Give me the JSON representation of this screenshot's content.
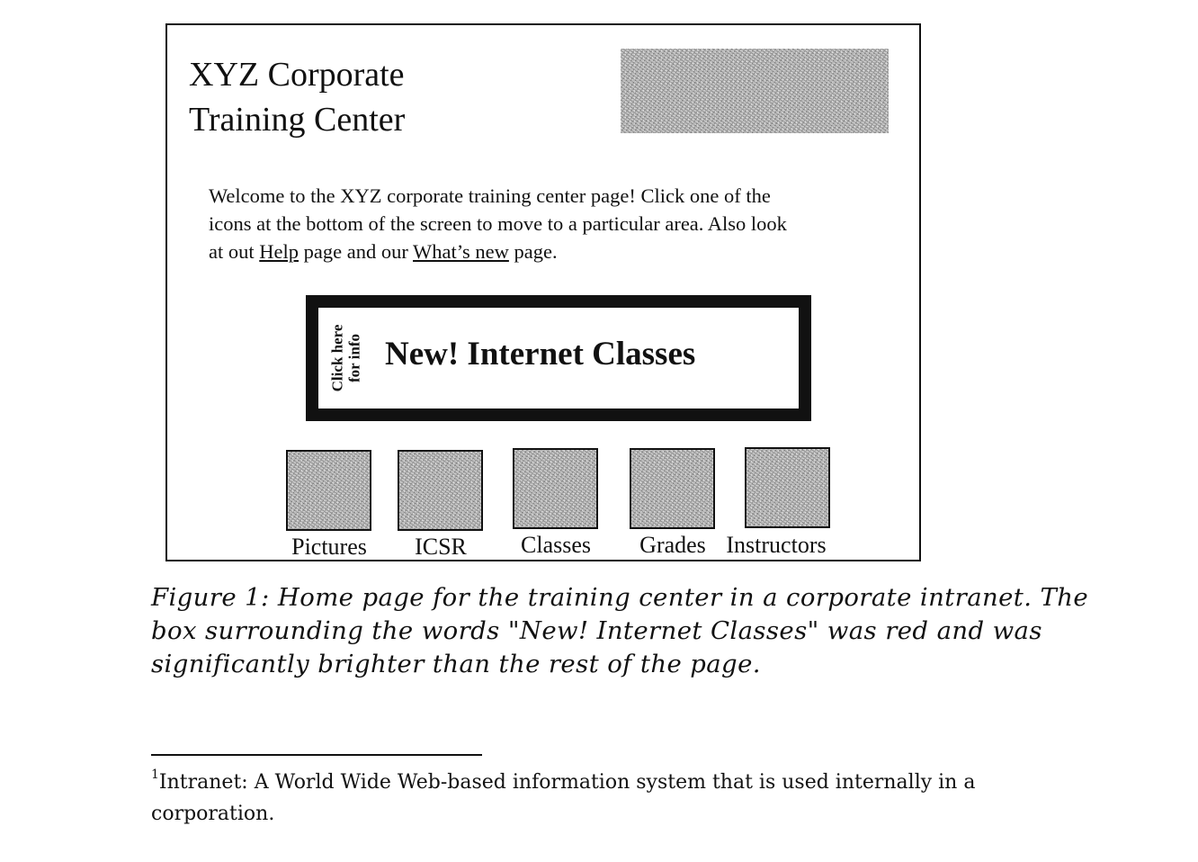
{
  "mockup": {
    "title_line1": "XYZ Corporate",
    "title_line2": "Training Center",
    "welcome": {
      "text_before_help": "Welcome to the XYZ corporate training center page! Click one of the icons at the bottom of the screen to move to a particular area. Also look at out ",
      "help_link": "Help",
      "text_between": " page and our ",
      "whats_new_link": "What’s new",
      "text_after": " page."
    },
    "promo": {
      "side_line1": "Click here",
      "side_line2": "for info",
      "headline": "New! Internet Classes"
    },
    "icons": [
      {
        "label": "Pictures"
      },
      {
        "label": "ICSR"
      },
      {
        "label": "Classes"
      },
      {
        "label": "Grades"
      },
      {
        "label": "Instructors"
      }
    ]
  },
  "caption": "Figure 1: Home page for the training center in a corporate intranet. The box surrounding the words \"New! Internet Classes\" was red and was significantly brighter than the rest of the page.",
  "footnote": {
    "marker": "1",
    "text": "Intranet: A World Wide Web-based information system that is used internally in a corporation."
  }
}
